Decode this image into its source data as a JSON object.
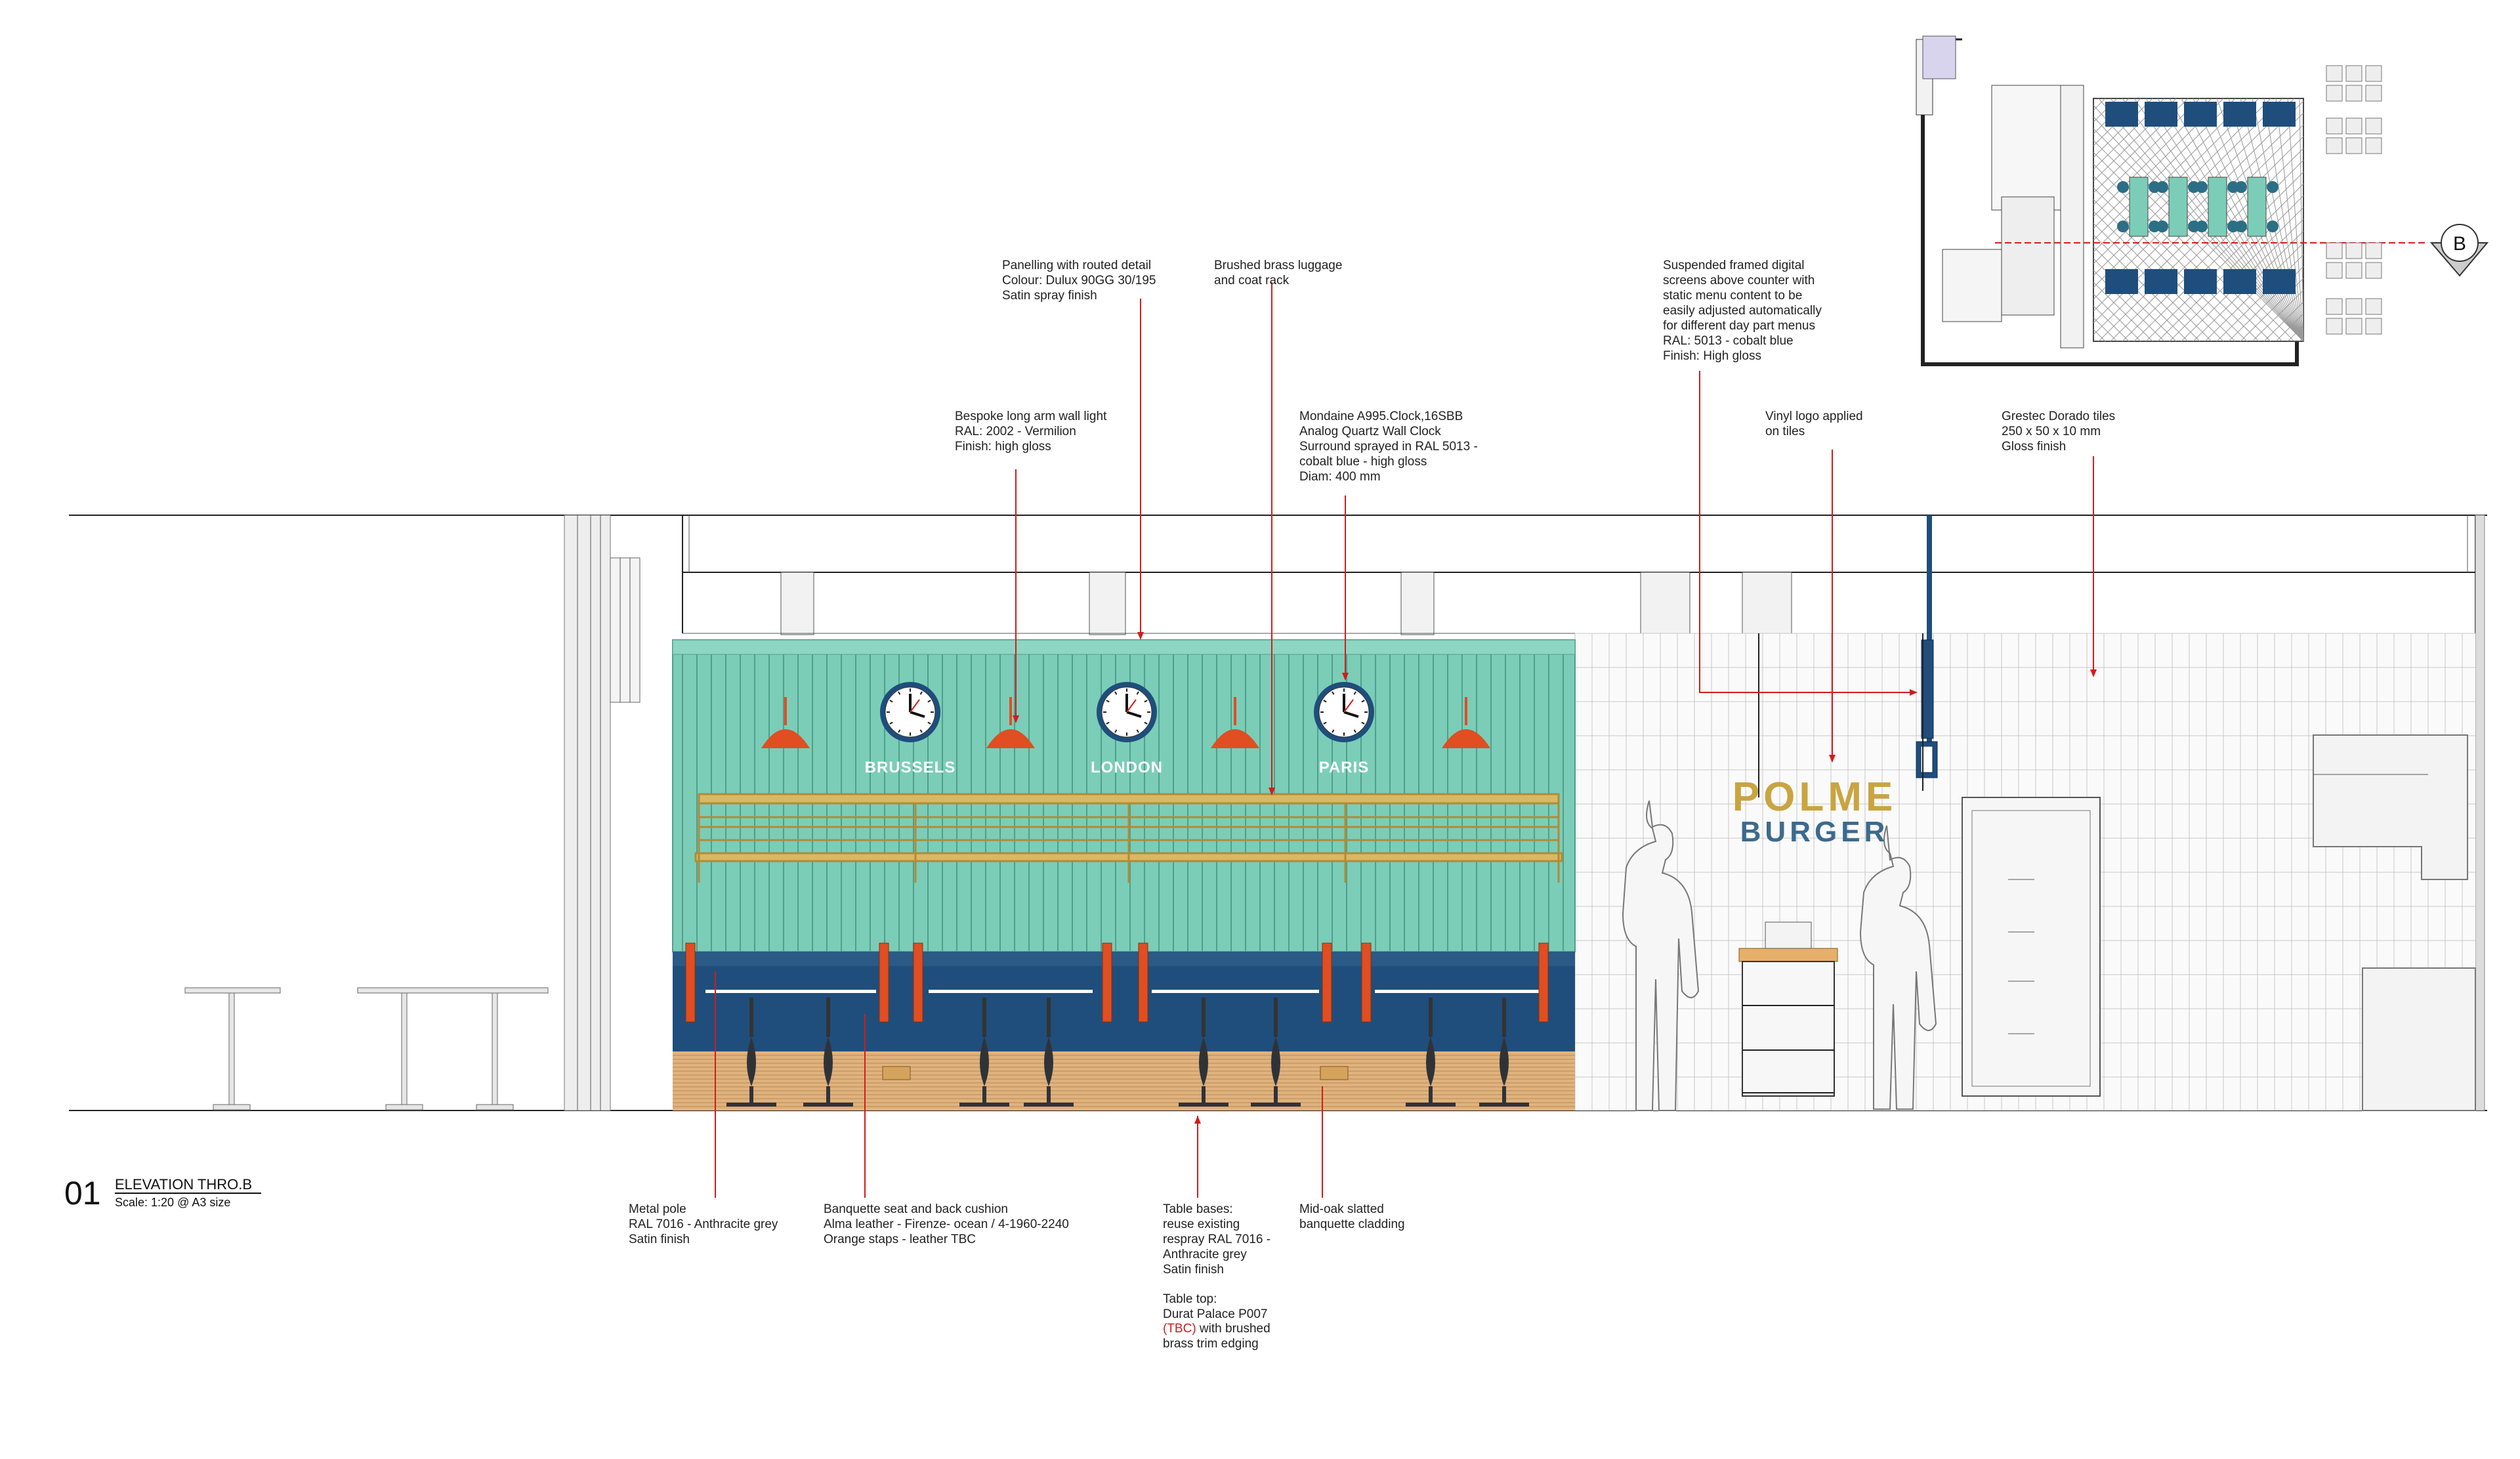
{
  "drawing": {
    "number": "01",
    "title": "ELEVATION THRO.B",
    "scale": "Scale: 1:20 @ A3 size",
    "section_marker": "B"
  },
  "cities": [
    "BRUSSELS",
    "LONDON",
    "PARIS"
  ],
  "logo": {
    "line1": "POLME",
    "line2": "BURGER"
  },
  "notes": {
    "panelling": [
      "Panelling with routed detail",
      "Colour: Dulux 90GG 30/195",
      "Satin spray finish"
    ],
    "brass_rack": [
      "Brushed brass luggage",
      "and coat rack"
    ],
    "wall_light": [
      "Bespoke long arm wall light",
      "RAL: 2002 - Vermilion",
      "Finish: high gloss"
    ],
    "clock": [
      "Mondaine A995.Clock,16SBB",
      "Analog Quartz Wall Clock",
      "Surround sprayed in RAL 5013 -",
      "cobalt blue - high gloss",
      "Diam: 400 mm"
    ],
    "screens": [
      "Suspended framed digital",
      "screens above counter with",
      "static menu content to be",
      "easily adjusted automatically",
      "for different day part menus",
      "RAL: 5013 - cobalt blue",
      "Finish: High gloss"
    ],
    "vinyl_logo": [
      "Vinyl logo applied",
      "on tiles"
    ],
    "tiles": [
      "Grestec Dorado tiles",
      "250 x 50 x 10 mm",
      "Gloss finish"
    ],
    "metal_pole": [
      "Metal pole",
      "RAL 7016 - Anthracite grey",
      "Satin finish"
    ],
    "banquette": [
      "Banquette seat and back cushion",
      "Alma leather - Firenze- ocean / 4-1960-2240",
      "Orange staps - leather TBC"
    ],
    "table_bases": [
      "Table bases:",
      "reuse existing",
      "respray RAL 7016 -",
      "Anthracite grey",
      "Satin finish"
    ],
    "table_top_a": [
      "Table top:",
      "Durat Palace P007"
    ],
    "table_top_tbc": "(TBC)",
    "table_top_b": " with brushed",
    "table_top_c": "brass trim edging",
    "cladding": [
      "Mid-oak slatted",
      "banquette cladding"
    ]
  },
  "colors": {
    "panel": "#7ccdb8",
    "panel_line": "#4e9f8b",
    "cobalt": "#1f4e7c",
    "vermilion": "#e04e22",
    "oak": "#e0b27e",
    "brass": "#c7a24a",
    "leader": "#d21c1c"
  }
}
